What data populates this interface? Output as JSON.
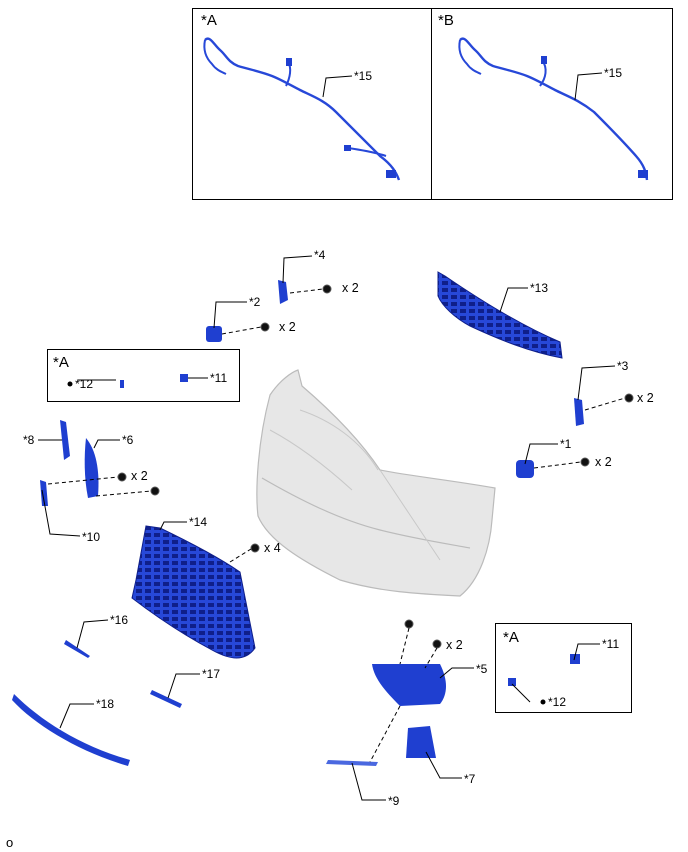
{
  "insets": {
    "top_left": {
      "label": "*A",
      "callout": "*15"
    },
    "top_right": {
      "label": "*B",
      "callout": "*15"
    },
    "mid_left": {
      "label": "*A",
      "callout_a": "*12",
      "callout_b": "*11"
    },
    "bottom_right": {
      "label": "*A",
      "callout_a": "*11",
      "callout_b": "*12"
    }
  },
  "callouts": {
    "p1": "*1",
    "p2": "*2",
    "p3": "*3",
    "p4": "*4",
    "p5": "*5",
    "p6": "*6",
    "p7": "*7",
    "p8": "*8",
    "p9": "*9",
    "p10": "*10",
    "p13": "*13",
    "p14": "*14",
    "p16": "*16",
    "p17": "*17",
    "p18": "*18"
  },
  "quantities": {
    "q4": "x 2",
    "q2": "x 2",
    "q3": "x 2",
    "q1": "x 2",
    "q6": "x 2",
    "q14": "x 4",
    "q5": "x 2"
  },
  "code": "o",
  "colors": {
    "part_blue": "#1f3fd0",
    "part_dark": "#0f1f8a",
    "bumper_gray": "#e6e6e6",
    "line": "#000000"
  }
}
